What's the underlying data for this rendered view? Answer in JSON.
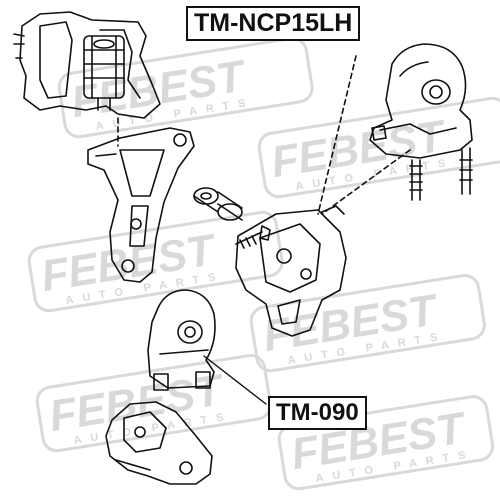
{
  "labels": {
    "top_part": "TM-NCP15LH",
    "bottom_part": "TM-090"
  },
  "watermark": {
    "brand": "FEBEST",
    "tagline": "AUTO PARTS"
  },
  "colors": {
    "line": "#111111",
    "watermark": "#d9d9d9",
    "background": "#ffffff"
  }
}
